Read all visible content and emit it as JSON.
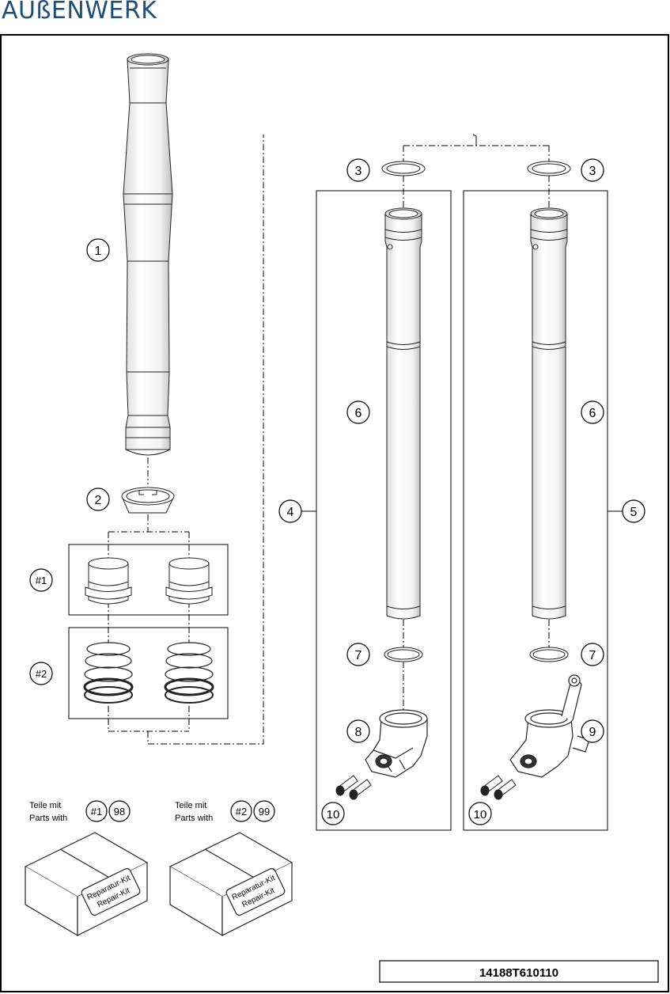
{
  "title": "AUßENWERK",
  "callouts": {
    "c1": "1",
    "c2": "2",
    "c3a": "3",
    "c3b": "3",
    "c4": "4",
    "c5": "5",
    "c6a": "6",
    "c6b": "6",
    "c7a": "7",
    "c7b": "7",
    "c8": "8",
    "c9": "9",
    "c10a": "10",
    "c10b": "10",
    "k1": "#1",
    "k2": "#2"
  },
  "kits": [
    {
      "line1": "Teile mit",
      "line2": "Parts with",
      "ref": "#1",
      "num": "98",
      "box1": "Reparatur-Kit",
      "box2": "Repair-Kit"
    },
    {
      "line1": "Teile mit",
      "line2": "Parts with",
      "ref": "#2",
      "num": "99",
      "box1": "Reparatur-Kit",
      "box2": "Repair-Kit"
    }
  ],
  "code": "14188T610110",
  "colors": {
    "title": "#1f4e79",
    "line": "#000000"
  }
}
